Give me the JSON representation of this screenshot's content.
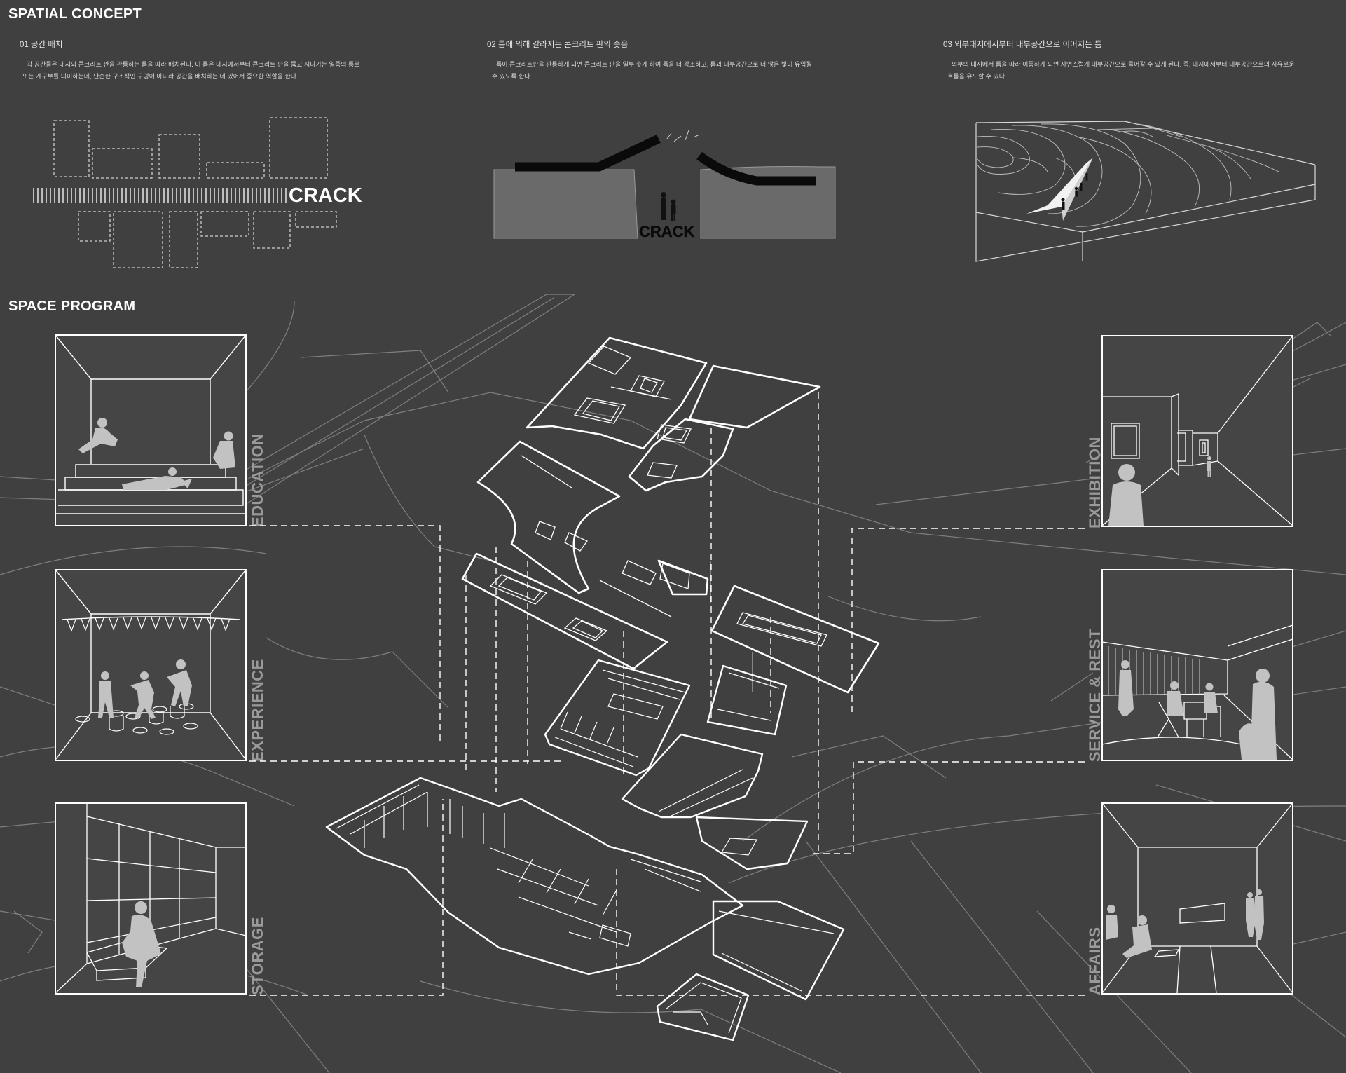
{
  "header": {
    "spatial_concept_title": "SPATIAL CONCEPT",
    "space_program_title": "SPACE PROGRAM"
  },
  "concepts": [
    {
      "title": "01 공간 배치",
      "text_line1": "각 공간들은 대지와 콘크리트 판을 관통하는 틈을 따라 배치된다. 이 틈은 대지에서부터 콘크리트 판을 뚫고 지나가는 일종의 통로",
      "text_line2": "또는 개구부를 의미하는데, 단순한 구조적인 구멍이 아니라 공간을 배치하는 데 있어서 중요한 역할을 한다.",
      "crack_label": "CRACK"
    },
    {
      "title": "02 틈에 의해 갈라지는 콘크리트 판의 솟음",
      "text_line1": "틈이 콘크리트판을 관통하게 되면 콘크리트 판을 일부 솟게 하여 틈을 더 강조하고, 틈과 내부공간으로 더 많은 빛이 유입될",
      "text_line2": "수 있도록 한다.",
      "crack_label": "CRACK"
    },
    {
      "title": "03 외부대지에서부터 내부공간으로 이어지는 틈",
      "text_line1": "외부의 대지에서 틈을 따라 이동하게 되면 자연스럽게 내부공간으로 들어갈 수 있게 된다.  즉, 대지에서부터 내부공간으로의 자유로운",
      "text_line2": "흐름을 유도할 수 있다."
    }
  ],
  "program_labels": {
    "education": "EDUCATION",
    "experience": "EXPERIENCE",
    "storage": "STORAGE",
    "exhibition": "EXHIBITION",
    "service_rest": "SERVICE & REST",
    "affairs": "AFFAIRS"
  },
  "colors": {
    "background": "#404040",
    "line": "#ffffff",
    "label": "#9a9a9a",
    "figure": "#c8c8c8",
    "section_fill": "#6a6a6a"
  }
}
